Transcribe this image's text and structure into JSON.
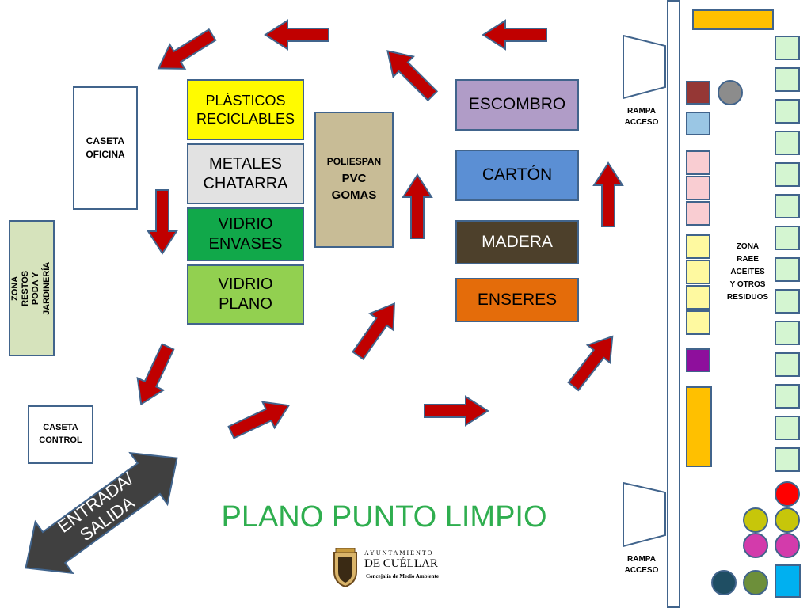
{
  "title": "PLANO PUNTO LIMPIO",
  "containers": {
    "plasticos": {
      "label": "PLÁSTICOS\nRECICLABLES",
      "color": "#fffb00"
    },
    "metales": {
      "label": "METALES\nCHATARRA",
      "color": "#e2e2e2"
    },
    "vidrio_envases": {
      "label": "VIDRIO\nENVASES",
      "color": "#11a84a"
    },
    "vidrio_plano": {
      "label": "VIDRIO\nPLANO",
      "color": "#92d050"
    },
    "poliespan": {
      "label_top": "POLIESPAN",
      "label_bottom": "PVC\nGOMAS",
      "color": "#c8bc96"
    },
    "escombro": {
      "label": "ESCOMBRO",
      "color": "#b09cc7"
    },
    "carton": {
      "label": "CARTÓN",
      "color": "#5b8fd4"
    },
    "madera": {
      "label": "MADERA",
      "color": "#4d402b"
    },
    "enseres": {
      "label": "ENSERES",
      "color": "#e46c0a"
    }
  },
  "buildings": {
    "caseta_oficina": "CASETA\nOFICINA",
    "caseta_control": "CASETA\nCONTROL",
    "zona_poda": "ZONA\nRESTOS PODA Y\nJARDINERÍA"
  },
  "entrada": "ENTRADA/\nSALIDA",
  "rampa_top": "RAMPA\nACCESO",
  "rampa_bottom": "RAMPA\nACCESO",
  "zona_raee": "ZONA\nRAEE\nACEITES\nY OTROS\nRESIDUOS",
  "logo": {
    "line1": "AYUNTAMIENTO",
    "line2": "DE CUÉLLAR",
    "line3": "Concejalía de Medio Ambiente"
  },
  "colors": {
    "arrow": "#c00000",
    "arrow_border": "#41648c",
    "title": "#2fae4f",
    "entrada_arrow": "#404040"
  }
}
